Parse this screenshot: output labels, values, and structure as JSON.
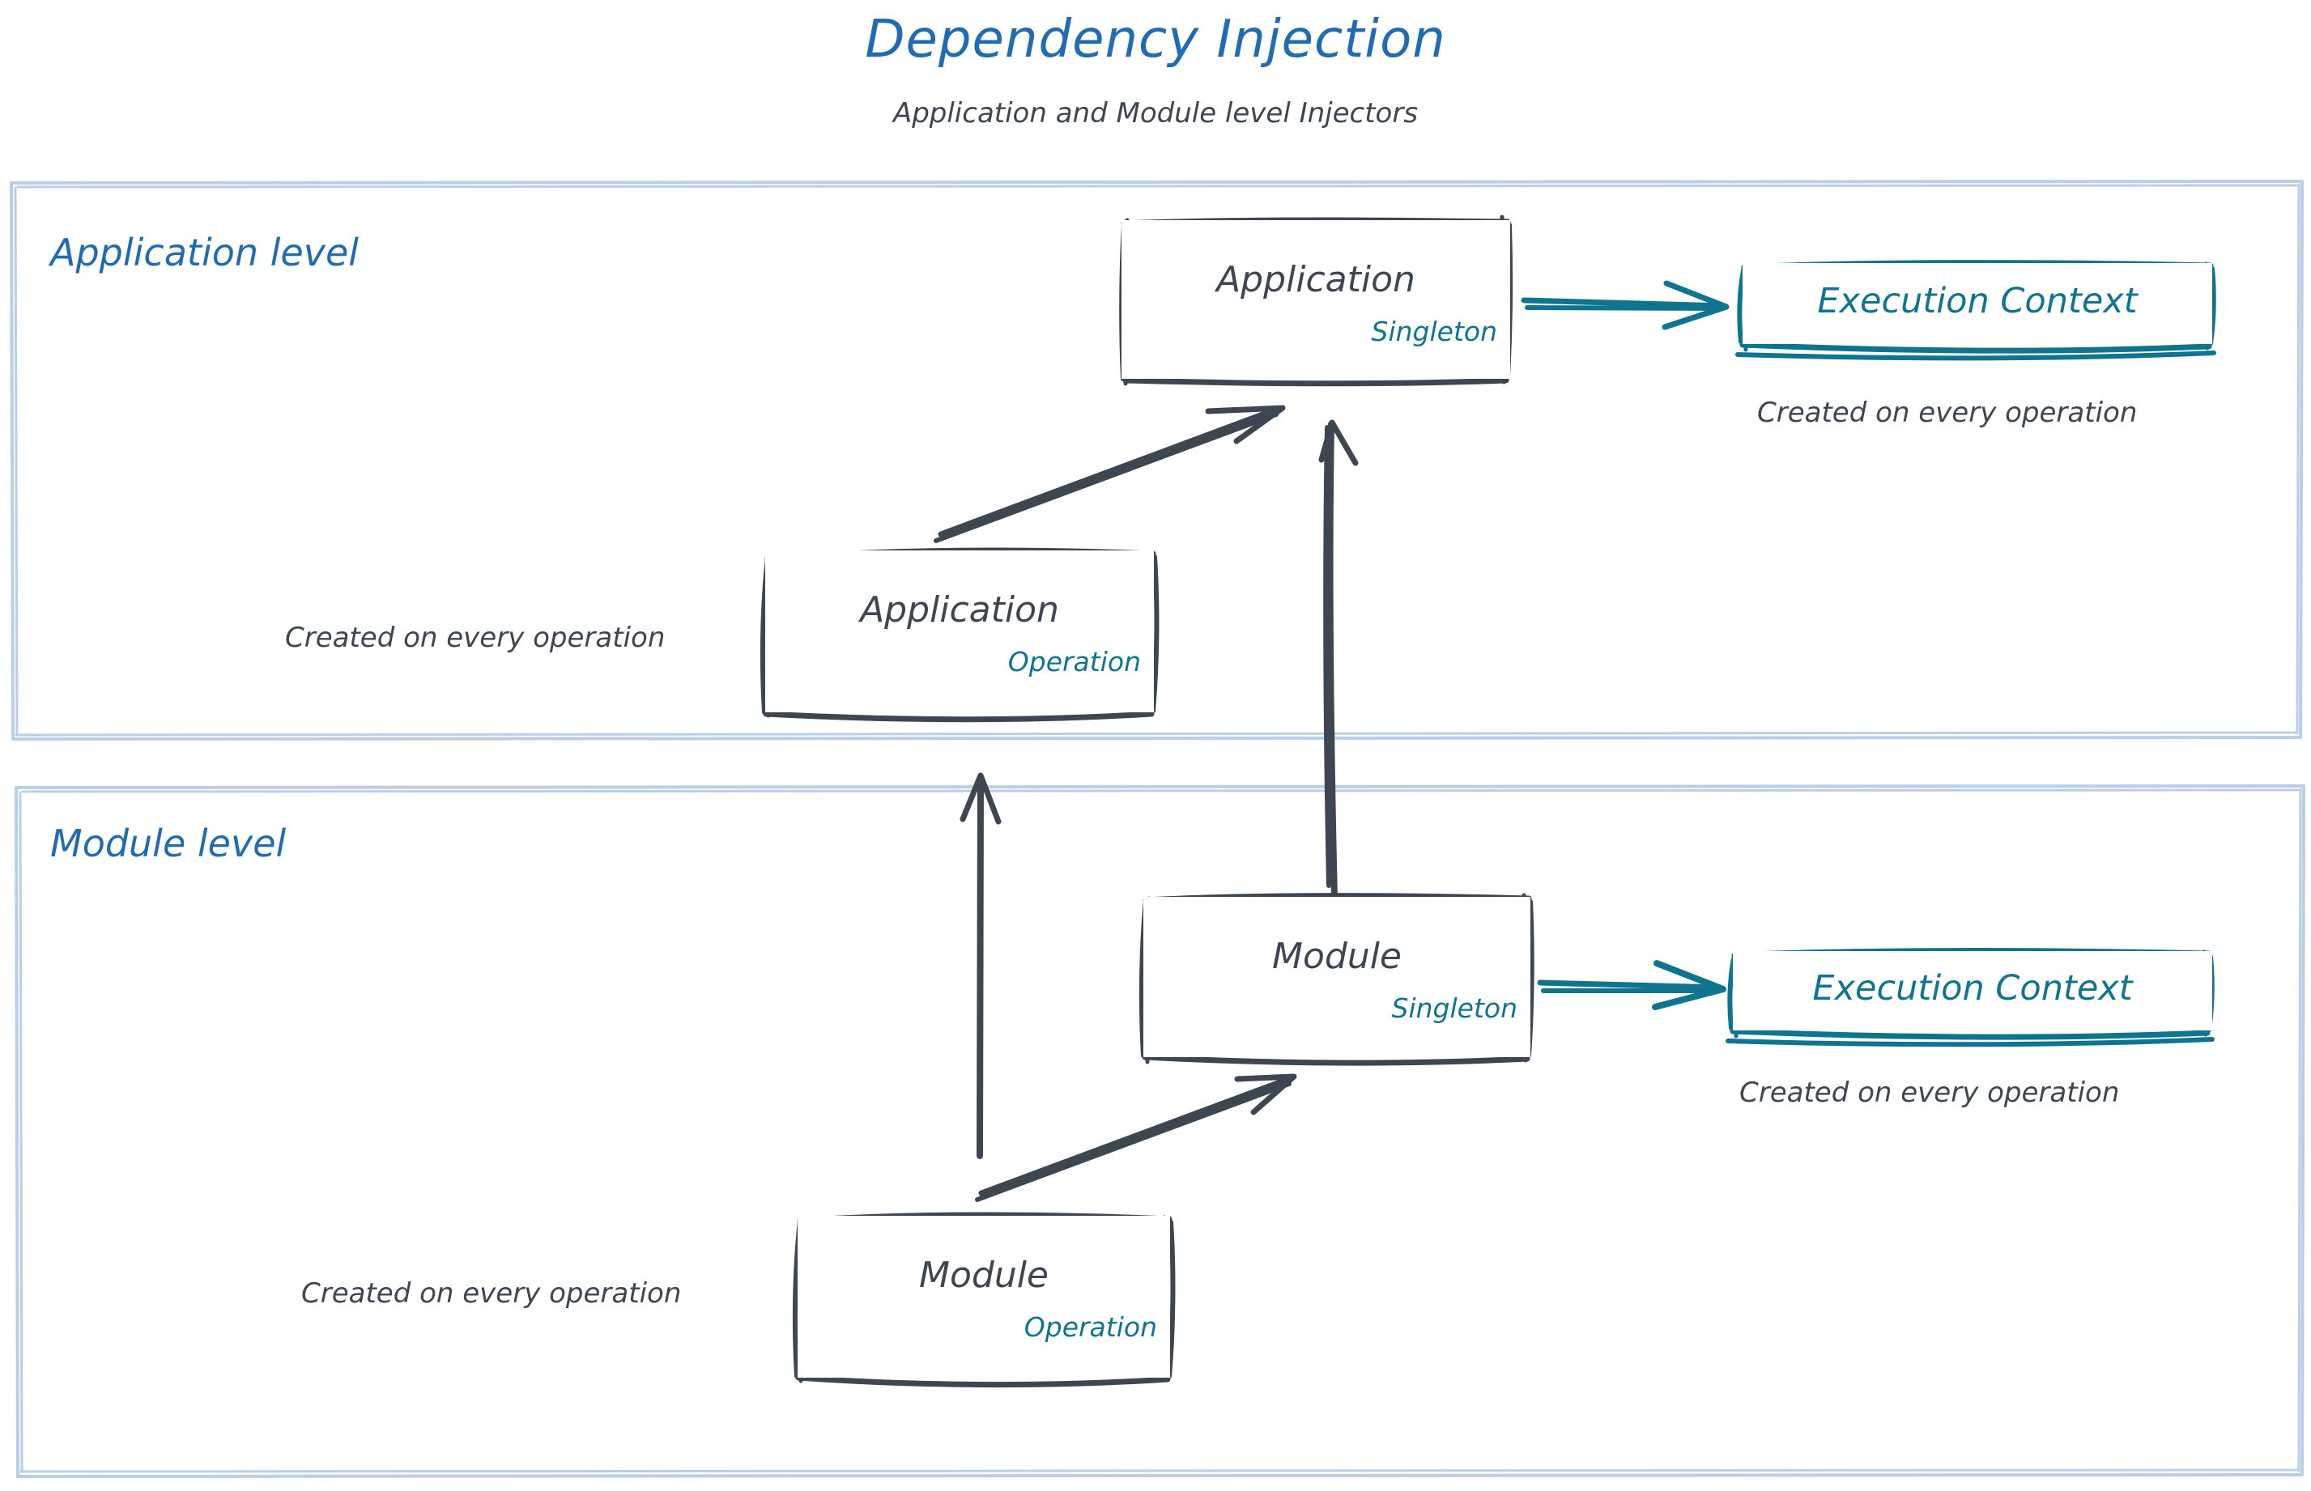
{
  "header": {
    "title": "Dependency Injection",
    "subtitle": "Application and Module level Injectors"
  },
  "colors": {
    "title_blue": "#1f6cb4",
    "panel_border_blue": "#b9cfe8",
    "ink_dark": "#3d4651",
    "teal": "#0e7490",
    "background": "#ffffff"
  },
  "panels": [
    {
      "id": "application-level",
      "label": "Application level"
    },
    {
      "id": "module-level",
      "label": "Module level"
    }
  ],
  "nodes": [
    {
      "id": "application-singleton",
      "title": "Application",
      "scope": "Singleton",
      "panel": "application-level"
    },
    {
      "id": "application-operation",
      "title": "Application",
      "scope": "Operation",
      "panel": "application-level"
    },
    {
      "id": "module-singleton",
      "title": "Module",
      "scope": "Singleton",
      "panel": "module-level"
    },
    {
      "id": "module-operation",
      "title": "Module",
      "scope": "Operation",
      "panel": "module-level"
    }
  ],
  "execution_contexts": [
    {
      "id": "execution-context-application",
      "label": "Execution Context",
      "caption": "Created on every operation",
      "panel": "application-level"
    },
    {
      "id": "execution-context-module",
      "label": "Execution Context",
      "caption": "Created on every operation",
      "panel": "module-level"
    }
  ],
  "captions": {
    "application_operation": "Created on every operation",
    "module_operation": "Created on every operation"
  },
  "arrows": [
    {
      "id": "application-singleton-to-execution-context",
      "from": "application-singleton",
      "to": "execution-context-application",
      "color": "#0e7490",
      "direction": "right"
    },
    {
      "id": "application-operation-to-application-singleton",
      "from": "application-operation",
      "to": "application-singleton",
      "color": "#3d4651",
      "direction": "up-right"
    },
    {
      "id": "module-singleton-to-application-singleton",
      "from": "module-singleton",
      "to": "application-singleton",
      "color": "#3d4651",
      "direction": "up"
    },
    {
      "id": "module-operation-to-application-operation",
      "from": "module-operation",
      "to": "application-operation",
      "color": "#3d4651",
      "direction": "up"
    },
    {
      "id": "module-operation-to-module-singleton",
      "from": "module-operation",
      "to": "module-singleton",
      "color": "#3d4651",
      "direction": "up-right"
    },
    {
      "id": "module-singleton-to-execution-context",
      "from": "module-singleton",
      "to": "execution-context-module",
      "color": "#0e7490",
      "direction": "right"
    }
  ]
}
